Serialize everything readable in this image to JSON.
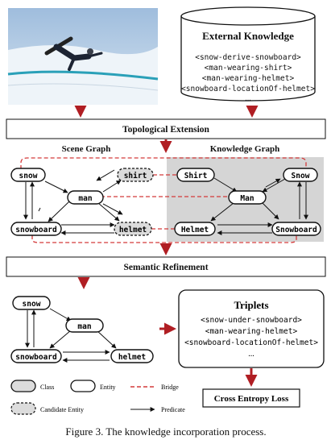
{
  "photo": {
    "sky_color": "#b9cfe6",
    "snow_color": "#e8f0f6",
    "stripe_color": "#2aa0b8",
    "rider_color": "#1d2433"
  },
  "external_knowledge": {
    "title": "External Knowledge",
    "facts": [
      "<snow-derive-snowboard>",
      "<man-wearing-shirt>",
      "<man-wearing-helmet>",
      "<snowboard-locationOf-helmet>",
      "..."
    ]
  },
  "topological_extension": {
    "label": "Topological Extension"
  },
  "scene_graph": {
    "title": "Scene Graph",
    "nodes": {
      "snow": "snow",
      "man": "man",
      "shirt": "shirt",
      "snowboard": "snowboard",
      "helmet": "helmet"
    }
  },
  "knowledge_graph": {
    "title": "Knowledge Graph",
    "nodes": {
      "shirt": "Shirt",
      "snow": "Snow",
      "man": "Man",
      "helmet": "Helmet",
      "snowboard": "Snowboard"
    }
  },
  "semantic_refinement": {
    "label": "Semantic Refinement"
  },
  "refined_graph": {
    "nodes": {
      "snow": "snow",
      "man": "man",
      "snowboard": "snowboard",
      "helmet": "helmet"
    }
  },
  "triplets": {
    "title": "Triplets",
    "items": [
      "<snow-under-snowboard>",
      "<man-wearing-helmet>",
      "<snowboard-locationOf-helmet>",
      "..."
    ]
  },
  "loss": {
    "label": "Cross Entropy Loss"
  },
  "legend": {
    "class": "Class",
    "entity": "Entity",
    "bridge": "Bridge",
    "candidate": "Candidate Entity",
    "predicate": "Predicate"
  },
  "caption": "Figure 3. The knowledge incorporation process.",
  "colors": {
    "arrow_red": "#b01e23",
    "bridge_red": "#d43a3a",
    "kg_background": "#d5d5d5",
    "class_fill": "#dcdcdc",
    "ink": "#111111"
  }
}
